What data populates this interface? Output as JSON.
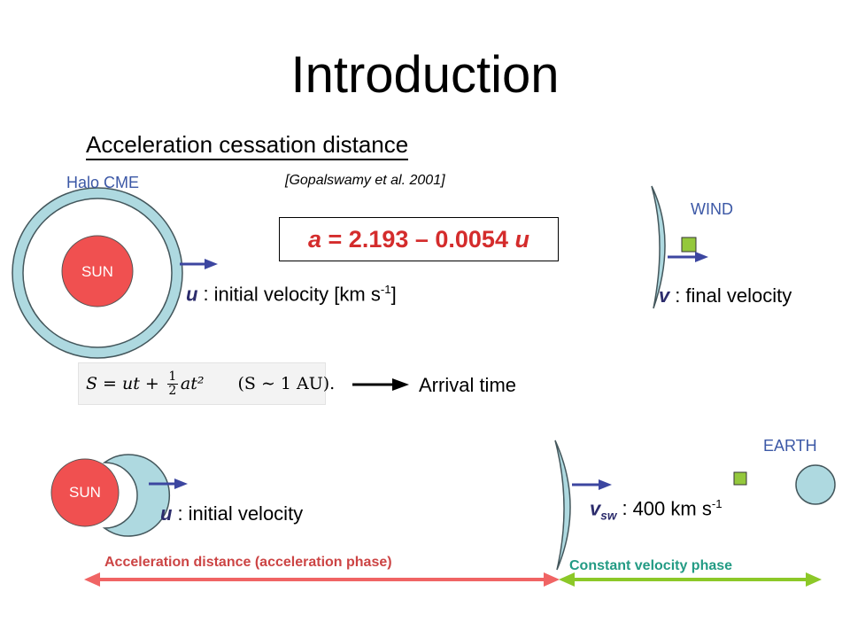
{
  "slide": {
    "title": "Introduction",
    "subtitle": "Acceleration  cessation distance",
    "halo_label": "Halo CME",
    "citation": "[Gopalswamy et al. 2001]",
    "sun_label": "SUN",
    "wind_label": "WIND",
    "earth_label": "EARTH",
    "formula": {
      "a_symbol": "a",
      "equals_text": " = 2.193 – 0.0054 ",
      "u_symbol": "u"
    },
    "u_label": {
      "symbol": "u",
      "sep": ":",
      "text": "initial velocity [km s",
      "sup": "-1",
      "close": "]"
    },
    "v_label": {
      "symbol": "v",
      "sep": ":",
      "text": "final velocity"
    },
    "equation": {
      "lhs": "S = ut + ",
      "frac_num": "1",
      "frac_den": "2",
      "rhs": "at²",
      "condition": "(S ∼ 1 AU)."
    },
    "arrival_text": "Arrival time",
    "u_label_bottom": {
      "symbol": "u",
      "sep": ":",
      "text": "initial velocity"
    },
    "vsw_label": {
      "symbol": "v",
      "subscript": "sw",
      "sep": ":",
      "text": "400 km s",
      "sup": "-1"
    },
    "accel_phase": "Acceleration distance (acceleration phase)",
    "const_phase": "Constant velocity phase"
  },
  "colors": {
    "sun": "#f05050",
    "halo": "#aed9e0",
    "arrow_blue": "#3c46a0",
    "spacecraft": "#94c83c",
    "red_arrow": "#f06464",
    "green_arrow": "#8cc828"
  }
}
